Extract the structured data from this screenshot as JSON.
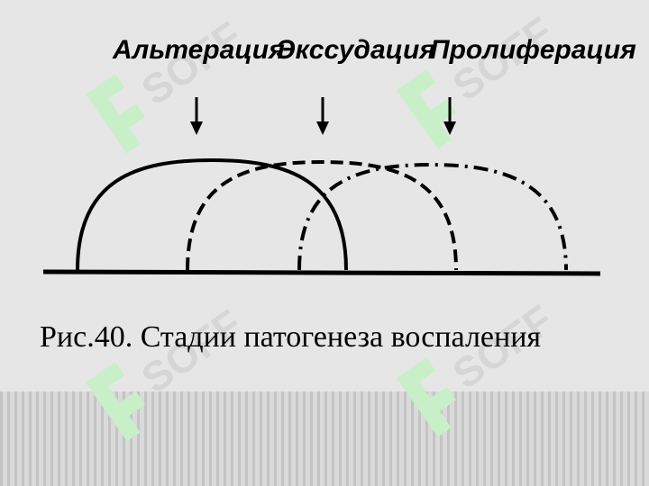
{
  "stages": [
    {
      "label": "Альтерация",
      "line_style": "solid"
    },
    {
      "label": "Экссудация",
      "line_style": "dashed"
    },
    {
      "label": "Пролиферация",
      "line_style": "dash-dot"
    }
  ],
  "caption": "Рис.40. Стадии патогенеза воспаления",
  "watermark": "SOFF",
  "colors": {
    "slide_background": "#dcdcdc",
    "figure_background": "#e6e6e6",
    "lines": "#000000",
    "watermark_green": "#c8efc8",
    "watermark_gray": "#d6d6d6"
  }
}
